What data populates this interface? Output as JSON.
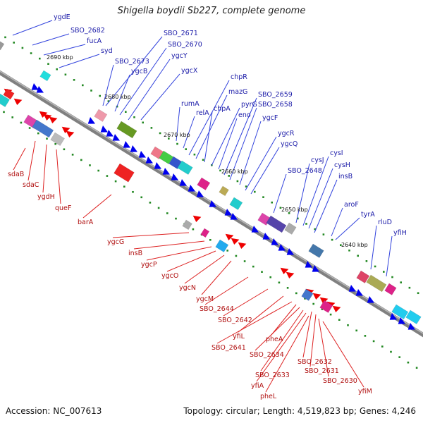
{
  "title": "Shigella boydii Sb227, complete genome",
  "footer": {
    "accession": "Accession: NC_007613",
    "summary": "Topology: circular; Length: 4,519,823 bp; Genes: 4,246"
  },
  "colors": {
    "axis": "#808080",
    "forward_label": "#1a1aa8",
    "reverse_label": "#b01010",
    "forward_line": "#3344dd",
    "reverse_line": "#dd2222",
    "forward_gene": "#0000ee",
    "reverse_gene": "#ee0000",
    "dot": "#228822"
  },
  "kbp_ticks": [
    "2690 kbp",
    "2680 kbp",
    "2670 kbp",
    "2660 kbp",
    "2650 kbp",
    "2640 kbp"
  ],
  "forward_labels": [
    "ygdE",
    "SBO_2682",
    "fucA",
    "syd",
    "SBO_2673",
    "ygcB",
    "SBO_2671",
    "SBO_2670",
    "ygcY",
    "ygcX",
    "rumA",
    "relA",
    "chpR",
    "mazG",
    "chpA",
    "pyrG",
    "eno",
    "SBO_2659",
    "SBO_2658",
    "ygcF",
    "ygcR",
    "ygcQ",
    "SBO_2648",
    "cysJ",
    "cysI",
    "cysH",
    "insB",
    "aroF",
    "tyrA",
    "rluD",
    "yfiH"
  ],
  "reverse_labels": [
    "sdaB",
    "sdaC",
    "ygdH",
    "queF",
    "barA",
    "ygcG",
    "insB",
    "ygcP",
    "ygcO",
    "ygcN",
    "ygcM",
    "SBO_2644",
    "SBO_2642",
    "yfiL",
    "SBO_2641",
    "pheA",
    "SBO_2634",
    "SBO_2633",
    "yfiA",
    "pheL",
    "SBO_2632",
    "SBO_2631",
    "SBO_2630",
    "yfiM"
  ]
}
